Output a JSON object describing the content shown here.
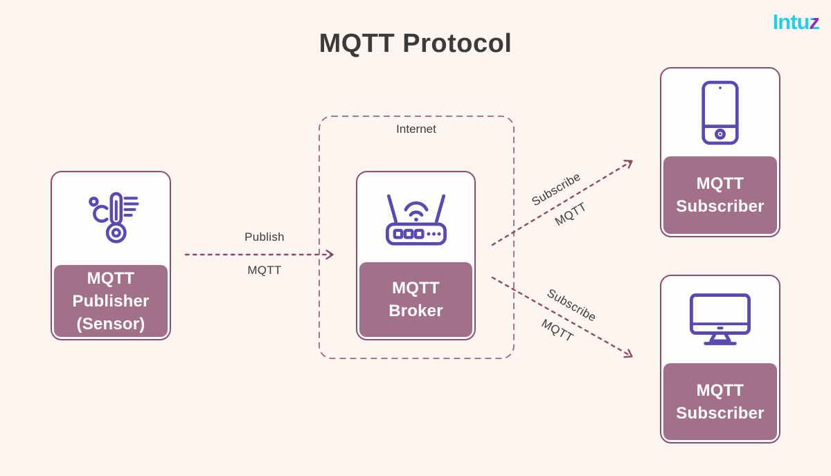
{
  "title": "MQTT Protocol",
  "logo": {
    "prefix": "Intu",
    "z": "z"
  },
  "internet": {
    "label": "Internet"
  },
  "nodes": {
    "publisher": {
      "lines": [
        "MQTT",
        "Publisher",
        "(Sensor)"
      ],
      "icon": "thermometer-icon"
    },
    "broker": {
      "lines": [
        "MQTT",
        "Broker"
      ],
      "icon": "wifi-router-icon"
    },
    "subscriber_top": {
      "lines": [
        "MQTT",
        "Subscriber"
      ],
      "icon": "smartphone-icon"
    },
    "subscriber_bottom": {
      "lines": [
        "MQTT",
        "Subscriber"
      ],
      "icon": "desktop-monitor-icon"
    }
  },
  "edges": {
    "publish": {
      "lines": [
        "Publish",
        "MQTT"
      ]
    },
    "subscribe_top": {
      "lines": [
        "Subscribe",
        "MQTT"
      ]
    },
    "subscribe_bottom": {
      "lines": [
        "Subscribe",
        "MQTT"
      ]
    }
  },
  "colors": {
    "background": "#fcf5f0",
    "card_fill": "#a27089",
    "card_border": "#8a4f6e",
    "icon_stroke": "#5a49b2",
    "arrow": "#8d4a62",
    "dashed_boundary": "#a06282",
    "text_dark": "#3b3b3b",
    "label_text": "#ffffff",
    "logo_cyan": "#22cfe6",
    "logo_purple": "#8c2fbb"
  }
}
